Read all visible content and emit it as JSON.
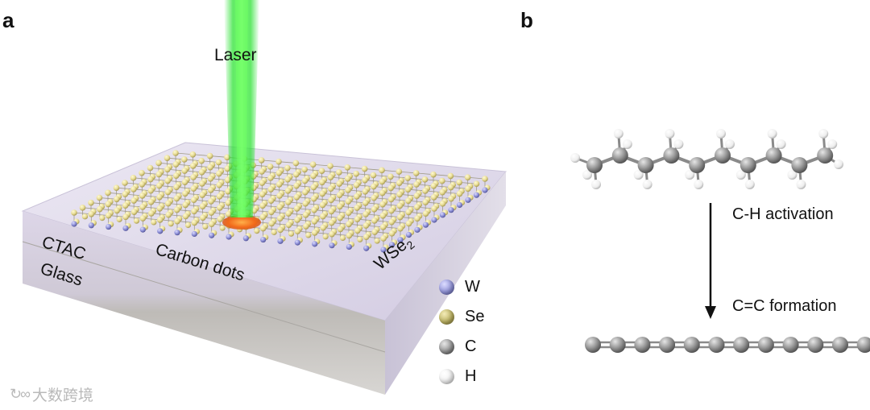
{
  "panels": {
    "a": {
      "letter": "a",
      "laser_label": "Laser",
      "carbon_dots_label": "Carbon dots",
      "ctac_label": "CTAC",
      "glass_label": "Glass",
      "material_label_main": "WSe",
      "material_label_sub": "2",
      "legend": [
        {
          "symbol": "W",
          "color": "#7f80c6"
        },
        {
          "symbol": "Se",
          "color": "#b7ad5c"
        },
        {
          "symbol": "C",
          "color": "#8c8c8c"
        },
        {
          "symbol": "H",
          "color": "#f2f2f2"
        }
      ]
    },
    "b": {
      "letter": "b",
      "step1_label": "C-H activation",
      "step2_label": "C=C formation"
    }
  },
  "colors": {
    "laser": "#22e02a",
    "laser_spot": "#f26a1b",
    "ctac_layer": "#d9d3e6",
    "glass_layer": "#bdbab6",
    "carbon": "#8e8e8e",
    "hydrogen": "#f4f4f4"
  },
  "watermark": {
    "icon": "logo-icon",
    "text": "大数跨境"
  }
}
